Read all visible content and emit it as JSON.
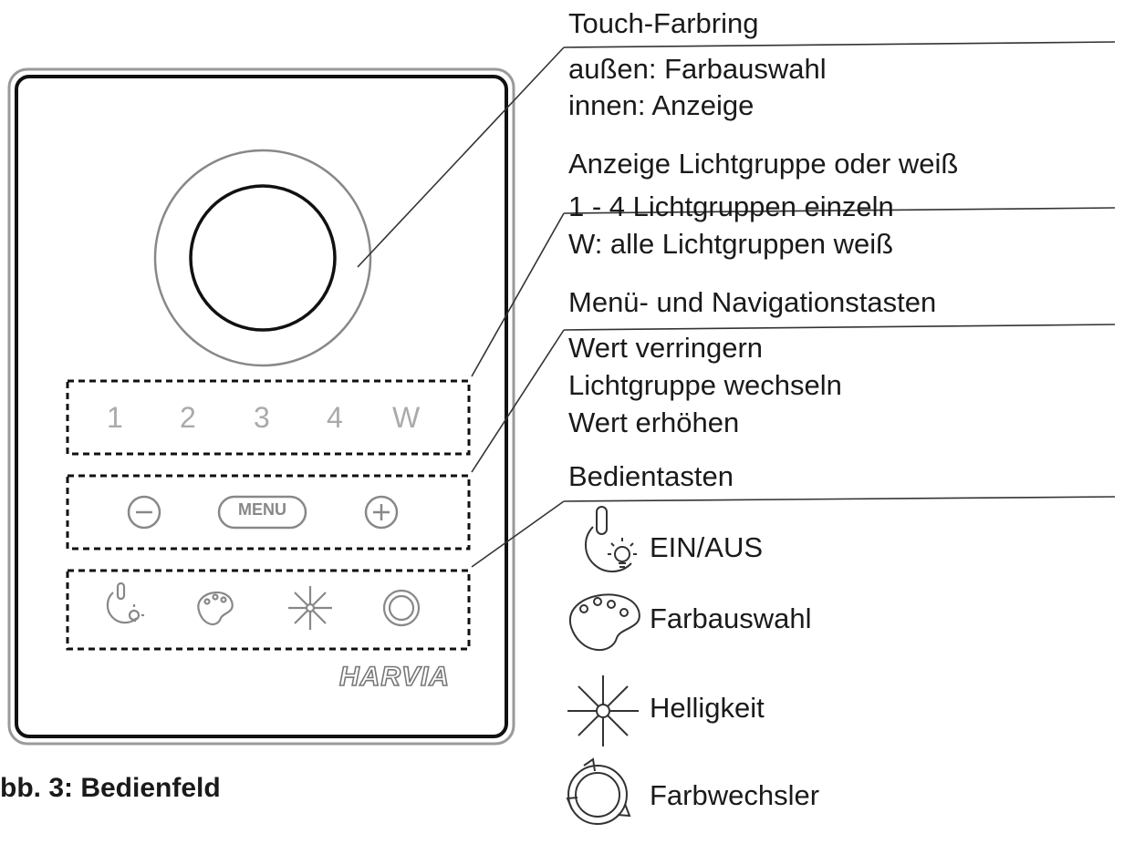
{
  "panel": {
    "keys": [
      "1",
      "2",
      "3",
      "4",
      "W"
    ],
    "nav": {
      "menu_label": "MENU"
    },
    "brand": "HARVIA"
  },
  "caption": "bb. 3: Bedienfeld",
  "annotations": {
    "touch": {
      "heading": "Touch-Farbring",
      "lines": [
        "außen: Farbauswahl",
        "innen: Anzeige"
      ]
    },
    "groups": {
      "heading": "Anzeige Lichtgruppe oder weiß",
      "lines": [
        "1 - 4 Lichtgruppen einzeln",
        "W: alle Lichtgruppen weiß"
      ]
    },
    "menu": {
      "heading": "Menü- und Navigationstasten",
      "lines": [
        "Wert verringern",
        "Lichtgruppe wechseln",
        "Wert erhöhen"
      ]
    },
    "controls": {
      "heading": "Bedientasten",
      "items": [
        {
          "icon": "power-light-icon",
          "label": "EIN/AUS"
        },
        {
          "icon": "palette-icon",
          "label": "Farbauswahl"
        },
        {
          "icon": "brightness-icon",
          "label": "Helligkeit"
        },
        {
          "icon": "color-cycle-icon",
          "label": "Farbwechsler"
        }
      ]
    }
  }
}
